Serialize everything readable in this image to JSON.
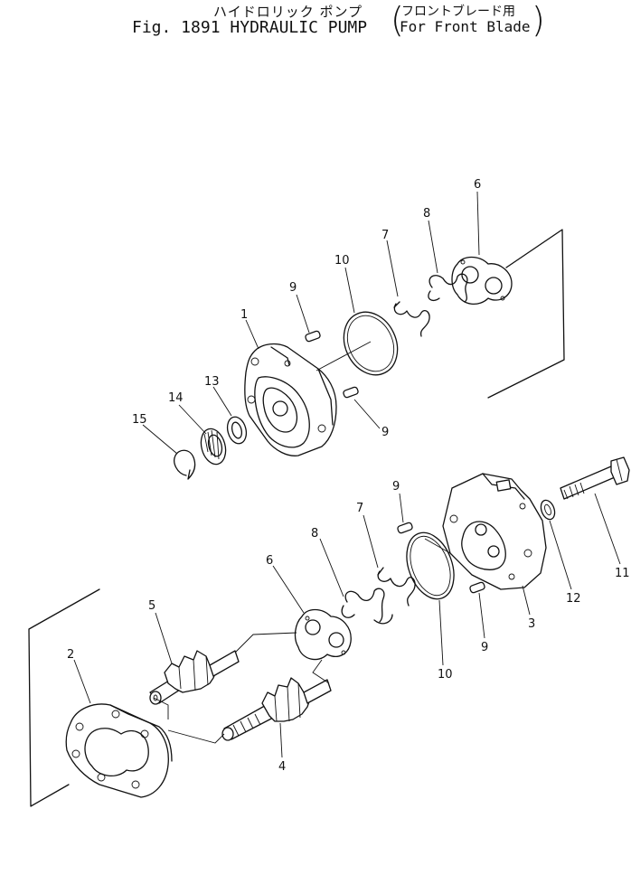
{
  "title": {
    "jp": "ハイドロリック ポンプ",
    "fig": "Fig. 1891",
    "name": "HYDRAULIC PUMP",
    "sub_jp": "フロントブレード用",
    "sub_en": "For Front Blade"
  },
  "callouts": {
    "c1": "1",
    "c2": "2",
    "c3": "3",
    "c4": "4",
    "c5": "5",
    "c6a": "6",
    "c6b": "6",
    "c7a": "7",
    "c7b": "7",
    "c8a": "8",
    "c8b": "8",
    "c9a": "9",
    "c9b": "9",
    "c9c": "9",
    "c9d": "9",
    "c10a": "10",
    "c10b": "10",
    "c11": "11",
    "c12": "12",
    "c13": "13",
    "c14": "14",
    "c15": "15"
  }
}
